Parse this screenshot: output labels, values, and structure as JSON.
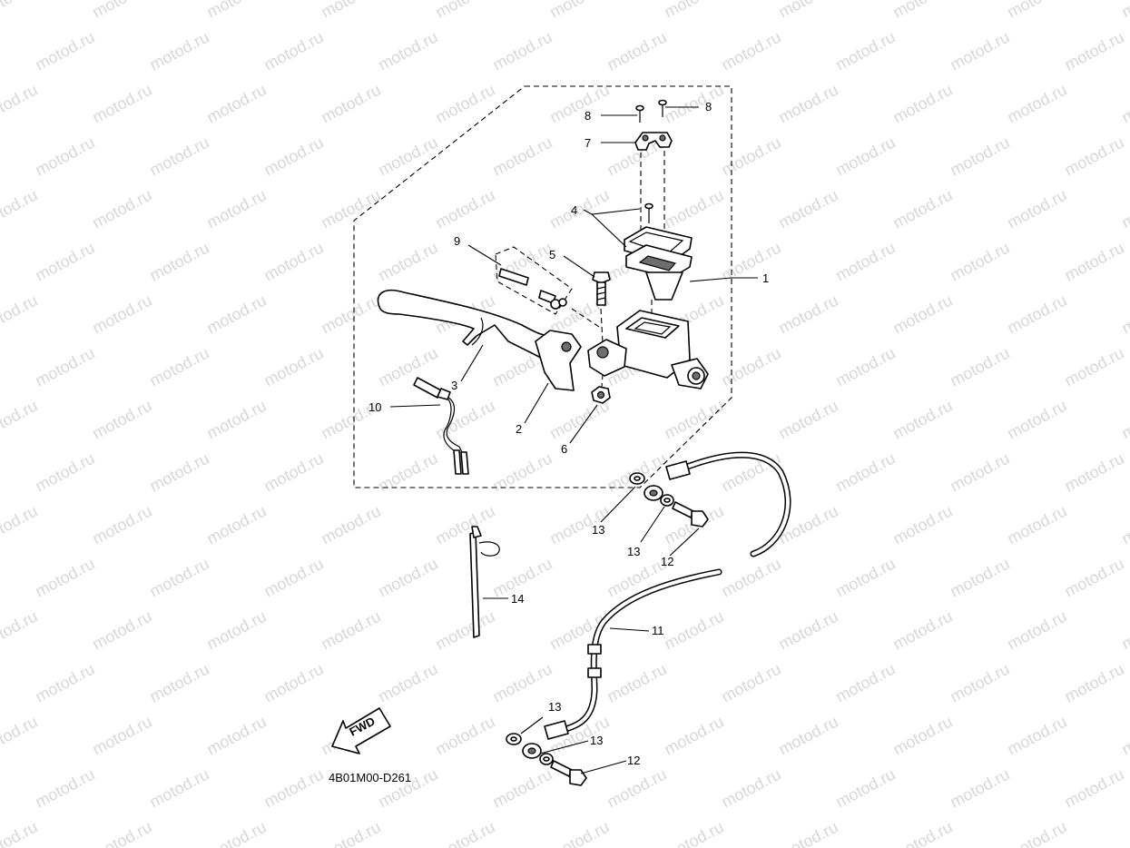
{
  "watermark": {
    "text": "motod.ru",
    "color": "#d7d7d7"
  },
  "diagram_code": "4B01M00-D261",
  "fwd_arrow": {
    "text": "FWD"
  },
  "callouts": {
    "p1": "1",
    "p2": "2",
    "p3": "3",
    "p4": "4",
    "p5": "5",
    "p6": "6",
    "p7": "7",
    "p8a": "8",
    "p8b": "8",
    "p9": "9",
    "p10": "10",
    "p11": "11",
    "p12a": "12",
    "p12b": "12",
    "p13a": "13",
    "p13b": "13",
    "p13c": "13",
    "p13d": "13",
    "p14": "14"
  }
}
